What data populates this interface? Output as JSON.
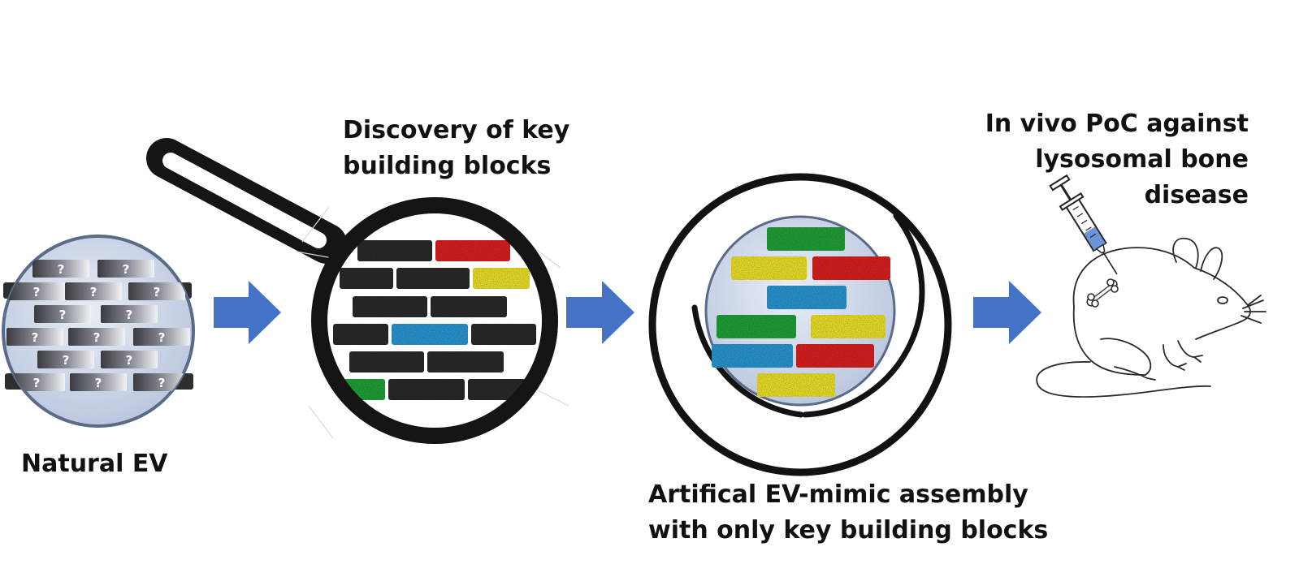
{
  "labels": {
    "natural_ev": "Natural EV",
    "discovery": [
      "Discovery of key",
      "building blocks"
    ],
    "artificial": [
      "Artifical EV-mimic  assembly",
      "with only key building blocks"
    ],
    "invivo": [
      "In vivo PoC against",
      "lysosomal bone",
      "disease"
    ]
  },
  "brick_marker": "?",
  "colors": {
    "arrow": "#4472C4",
    "sphere_fill": "#c9d3e6",
    "sphere_border": "#5a6b89",
    "brick_dark": "#2b2b2b",
    "red": "#e02020",
    "yellow": "#f2e62a",
    "green": "#21a53a",
    "blue": "#2a9ad6",
    "syringe_liquid": "#6a93d8"
  },
  "icons": [
    "vesicle-icon",
    "magnifier-icon",
    "arrow-right-icon",
    "syringe-icon",
    "mouse-icon",
    "bone-icon"
  ]
}
